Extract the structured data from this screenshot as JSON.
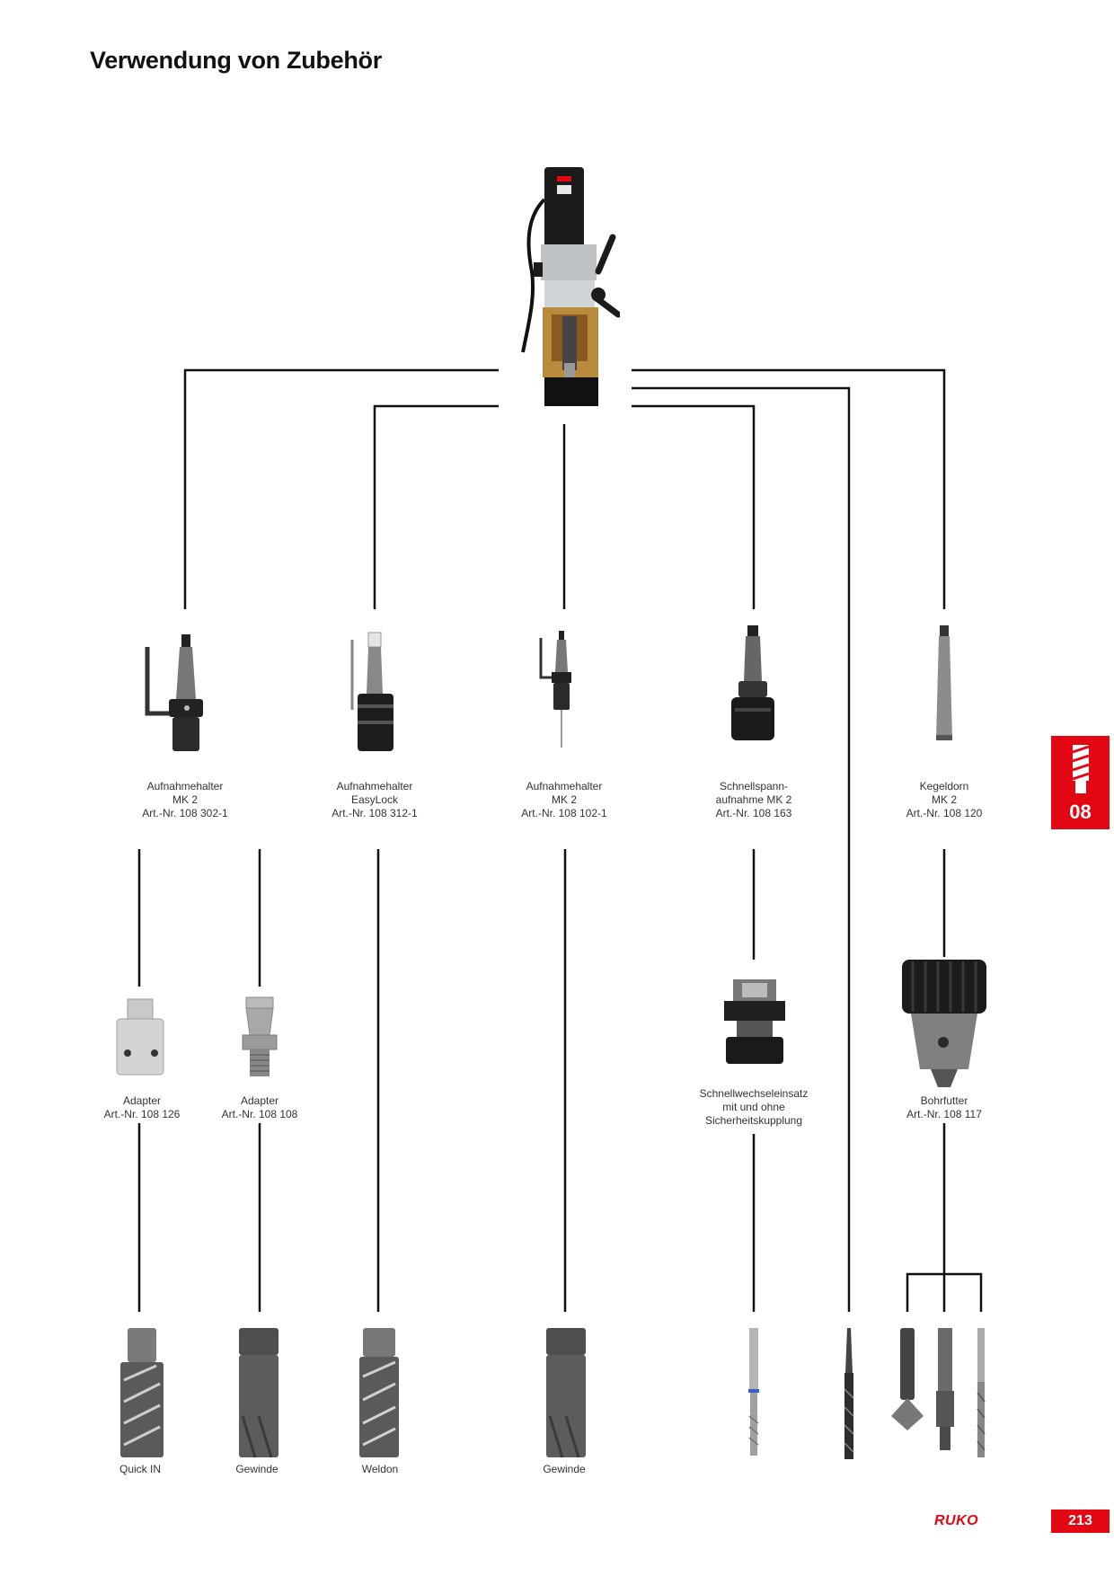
{
  "page": {
    "title": "Verwendung von Zubehör",
    "section_number": "08",
    "brand": "RUKO",
    "page_number": "213"
  },
  "holders": [
    {
      "line1": "Aufnahmehalter",
      "line2": "MK 2",
      "art": "Art.-Nr. 108 302-1"
    },
    {
      "line1": "Aufnahmehalter",
      "line2": "EasyLock",
      "art": "Art.-Nr. 108 312-1"
    },
    {
      "line1": "Aufnahmehalter",
      "line2": "MK 2",
      "art": "Art.-Nr. 108 102-1"
    },
    {
      "line1": "Schnellspann-",
      "line2": "aufnahme MK 2",
      "art": "Art.-Nr. 108 163"
    },
    {
      "line1": "Kegeldorn",
      "line2": "MK 2",
      "art": "Art.-Nr. 108 120"
    }
  ],
  "secondary": [
    {
      "line1": "Adapter",
      "line2": "Art.-Nr. 108 126"
    },
    {
      "line1": "Adapter",
      "line2": "Art.-Nr. 108 108"
    },
    {
      "line1": "Schnellwechseleinsatz",
      "line2": "mit und ohne",
      "line3": "Sicherheitskupplung"
    },
    {
      "line1": "Bohrfutter",
      "line2": "Art.-Nr. 108 117"
    }
  ],
  "cutters": [
    {
      "label": "Quick IN"
    },
    {
      "label": "Gewinde"
    },
    {
      "label": "Weldon"
    },
    {
      "label": "Gewinde"
    }
  ],
  "colors": {
    "accent": "#e30613",
    "line": "#111111",
    "tool_dark": "#2a2a2a",
    "tool_metal": "#9a9a9a"
  }
}
